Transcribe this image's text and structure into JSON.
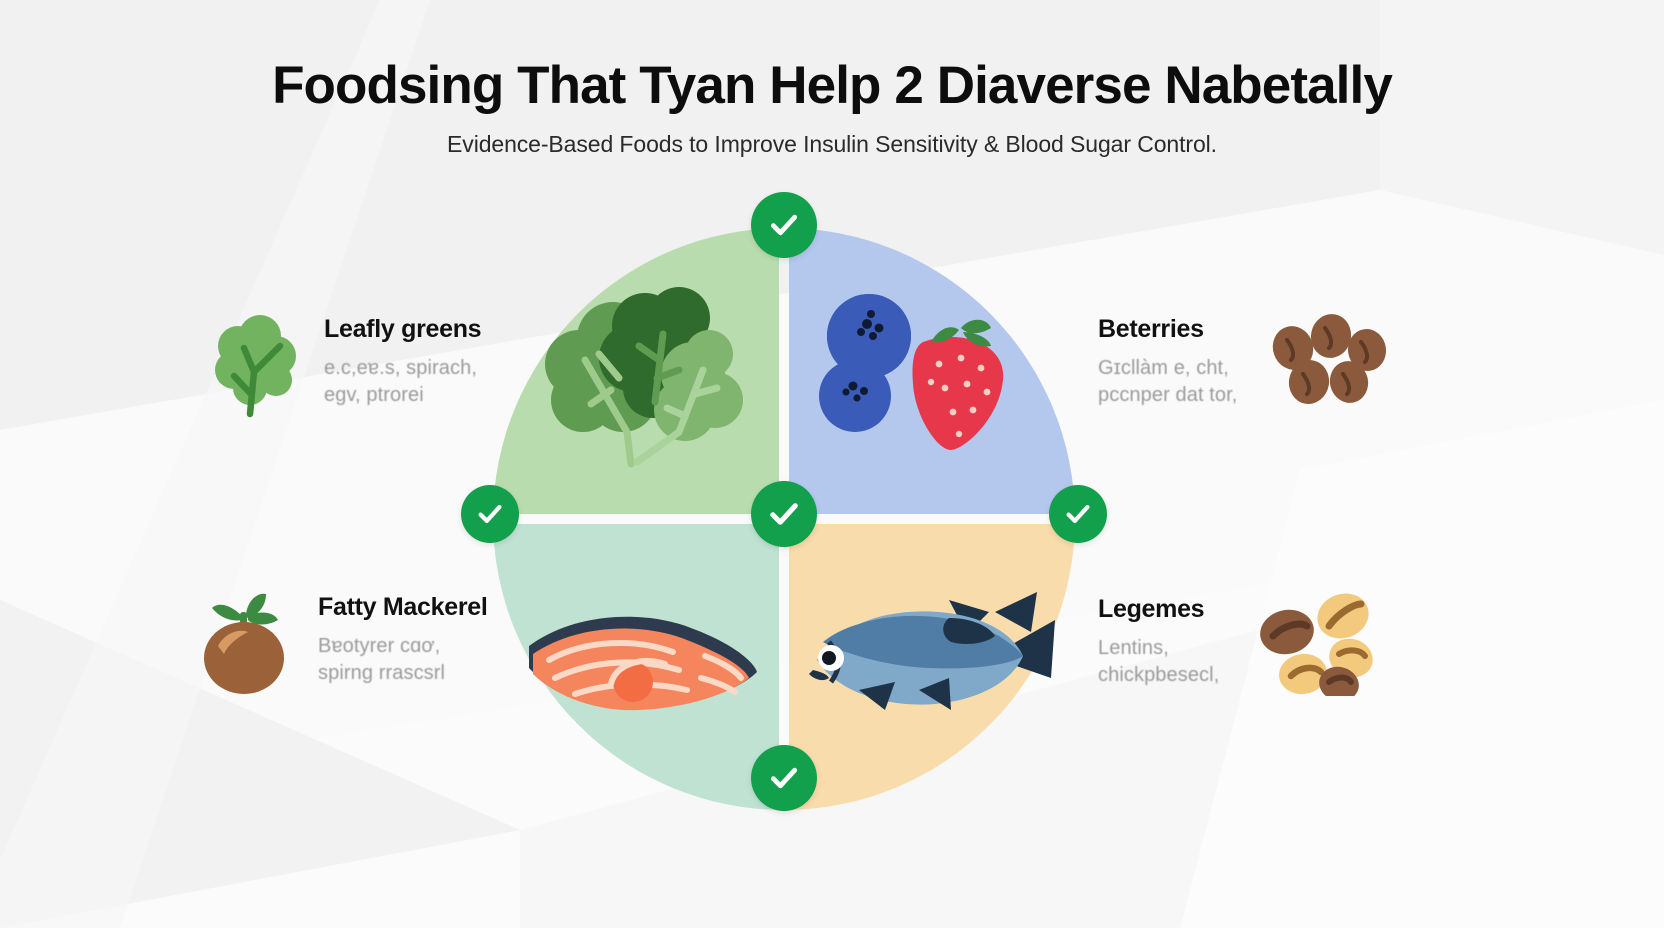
{
  "header": {
    "title": "Foodsing That Tyan Help 2 Diaverse Nabetally",
    "subtitle": "Evidence-Based Foods to Improve Insulin Sensitivity & Blood Sugar Control."
  },
  "wheel": {
    "quadrants": [
      {
        "id": "leafy-greens",
        "position": "top-left",
        "bg_color": "#b9dcae",
        "illustration": "leafy-greens-illustration"
      },
      {
        "id": "berries",
        "position": "top-right",
        "bg_color": "#b4c8ee",
        "illustration": "berries-illustration"
      },
      {
        "id": "salmon",
        "position": "bottom-left",
        "bg_color": "#bfe2d2",
        "illustration": "salmon-fillet-illustration"
      },
      {
        "id": "mackerel",
        "position": "bottom-right",
        "bg_color": "#f9dcab",
        "illustration": "whole-fish-illustration"
      }
    ],
    "check_badge_color": "#12a04c",
    "check_badges": [
      "top",
      "left",
      "center",
      "right",
      "bottom"
    ]
  },
  "cards": [
    {
      "id": "leafy-greens",
      "side": "left",
      "icon": "spinach-leaf-icon",
      "title": "Leafly greens",
      "sub_line1": "e.ᴄ,eɐ.s, spirach,",
      "sub_line2": "egv, ptrorei"
    },
    {
      "id": "berries",
      "side": "right",
      "icon": "berries-cluster-icon",
      "title": "Beterries",
      "sub_line1": "Gɪcllàm e, cht,",
      "sub_line2": "pccnper dat tor,"
    },
    {
      "id": "fatty-mackerel",
      "side": "left",
      "icon": "root-vegetable-icon",
      "title": "Fatty Mackerel",
      "sub_line1": "Bɐotyrer cɑơ,",
      "sub_line2": "spirng rrascsrl"
    },
    {
      "id": "legumes",
      "side": "right",
      "icon": "legume-beans-icon",
      "title": "Legemes",
      "sub_line1": "Lentins,",
      "sub_line2": "chickpbesecl,"
    }
  ],
  "colors": {
    "page_background": "#fbfbfb",
    "accent_green": "#12a04c",
    "title_color": "#0d0d0d",
    "subtitle_color": "#2a2a2a",
    "card_sub_color": "#9a9a9a"
  }
}
